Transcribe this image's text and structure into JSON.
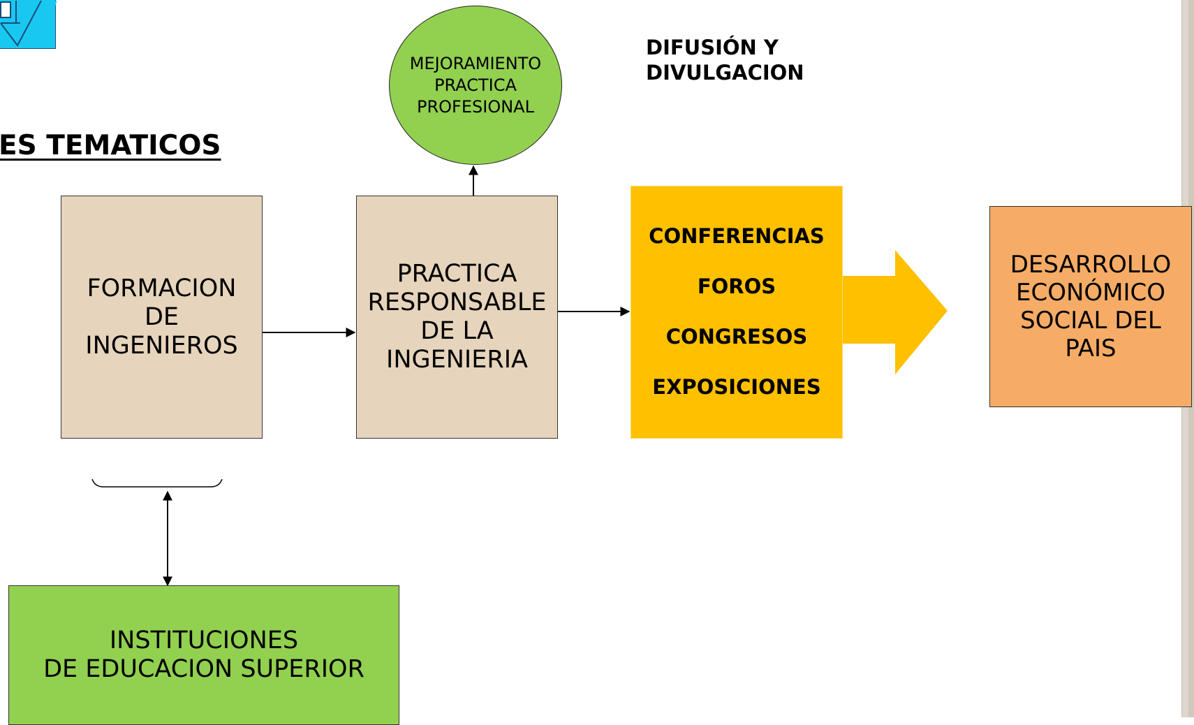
{
  "title": "ES TEMATICOS",
  "heading": "DIFUSIÓN Y\nDIVULGACION",
  "nodes": {
    "mejoramiento": "MEJORAMIENTO\nPRACTICA\nPROFESIONAL",
    "formacion": "FORMACION\nDE\nINGENIEROS",
    "practica": "PRACTICA\nRESPONSABLE\nDE LA\nINGENIERIA",
    "desarrollo": "DESARROLLO\nECONÓMICO\nSOCIAL DEL\nPAIS",
    "instituciones": "INSTITUCIONES\nDE EDUCACION SUPERIOR"
  },
  "activities": [
    "CONFERENCIAS",
    "FOROS",
    "CONGRESOS",
    "EXPOSICIONES"
  ],
  "colors": {
    "beige_box": "#e6d5bc",
    "green": "#92d050",
    "gold": "#ffc000",
    "orange_box": "#f6ac66",
    "logo_cyan": "#19c8f0"
  },
  "icons": {
    "logo": "institution-logo",
    "big_arrow": "right-block-arrow"
  }
}
